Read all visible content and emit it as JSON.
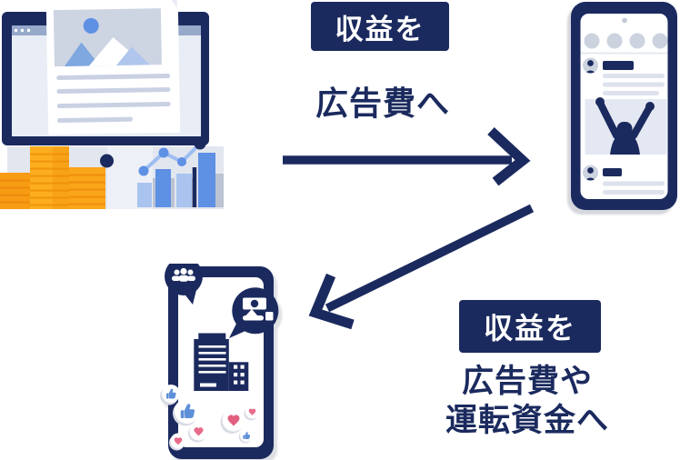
{
  "diagram": {
    "title": "revenue reinvestment flow",
    "step1": {
      "badge": "収益を",
      "caption": "広告費へ"
    },
    "step2": {
      "badge": "収益を",
      "caption_line1": "広告費や",
      "caption_line2": "運転資金へ"
    }
  },
  "icons": [
    "coins-icon",
    "bar-chart-icon",
    "line-chart-icon",
    "article-image-icon",
    "avatar-icon",
    "celebrating-person-icon",
    "people-icon",
    "money-hand-icon",
    "building-icon",
    "thumbs-up-icon",
    "heart-icon",
    "right-arrow",
    "down-left-arrow"
  ],
  "colors": {
    "navy": "#1b2a5e",
    "gold": "#fcae1e",
    "gold-dark": "#f0960f",
    "orange": "#f89c14",
    "orange-dark": "#ee8a0c",
    "gold-mid": "#fba51a",
    "gold-mid-dark": "#ef8f0e",
    "blue-med": "#5e90e4",
    "blue-light": "#a9c4ef",
    "line-blue": "#9dbdf0",
    "pink": "#e76b8b",
    "thumb-blue": "#5d8fd9",
    "gray-bg": "#e2e6ef",
    "gray-bar": "#bcc3d2",
    "gray-ui": "#ccd3df",
    "gray-line": "#dee2ec",
    "paper-line": "#c9d1e3",
    "placeholder": "#cdd4e2",
    "header-blue": "#96a9cb",
    "browser-body": "#e9edf5",
    "screen-img": "#e4e8f2",
    "shadow": "#d8dce5",
    "white": "#ffffff"
  }
}
